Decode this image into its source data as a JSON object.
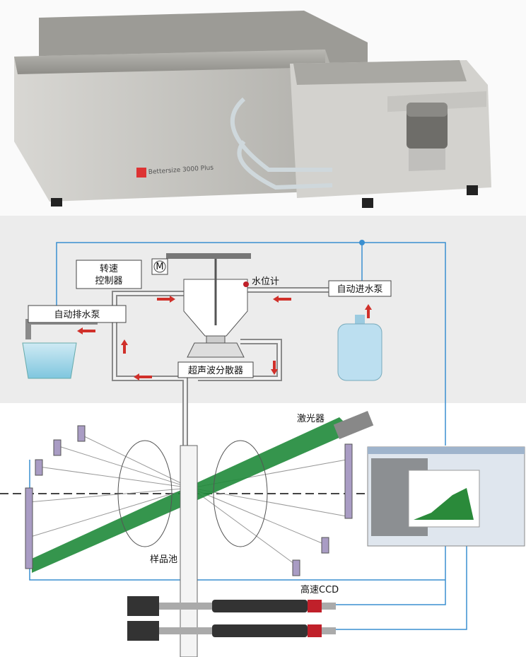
{
  "product": {
    "logo_text": "Bettersize 3000 Plus"
  },
  "labels": {
    "speed_controller_line1": "转速",
    "speed_controller_line2": "控制器",
    "motor": "M",
    "water_level": "水位计",
    "auto_inlet_pump": "自动进水泵",
    "auto_drain_pump": "自动排水泵",
    "ultrasonic_disperser": "超声波分散器",
    "laser": "激光器",
    "sample_cell": "样品池",
    "high_speed_ccd": "高速CCD"
  },
  "colors": {
    "pipe": "#3a8fd0",
    "laser": "#1f8a3a",
    "arrow": "#d0302a",
    "panel": "#ececec"
  }
}
